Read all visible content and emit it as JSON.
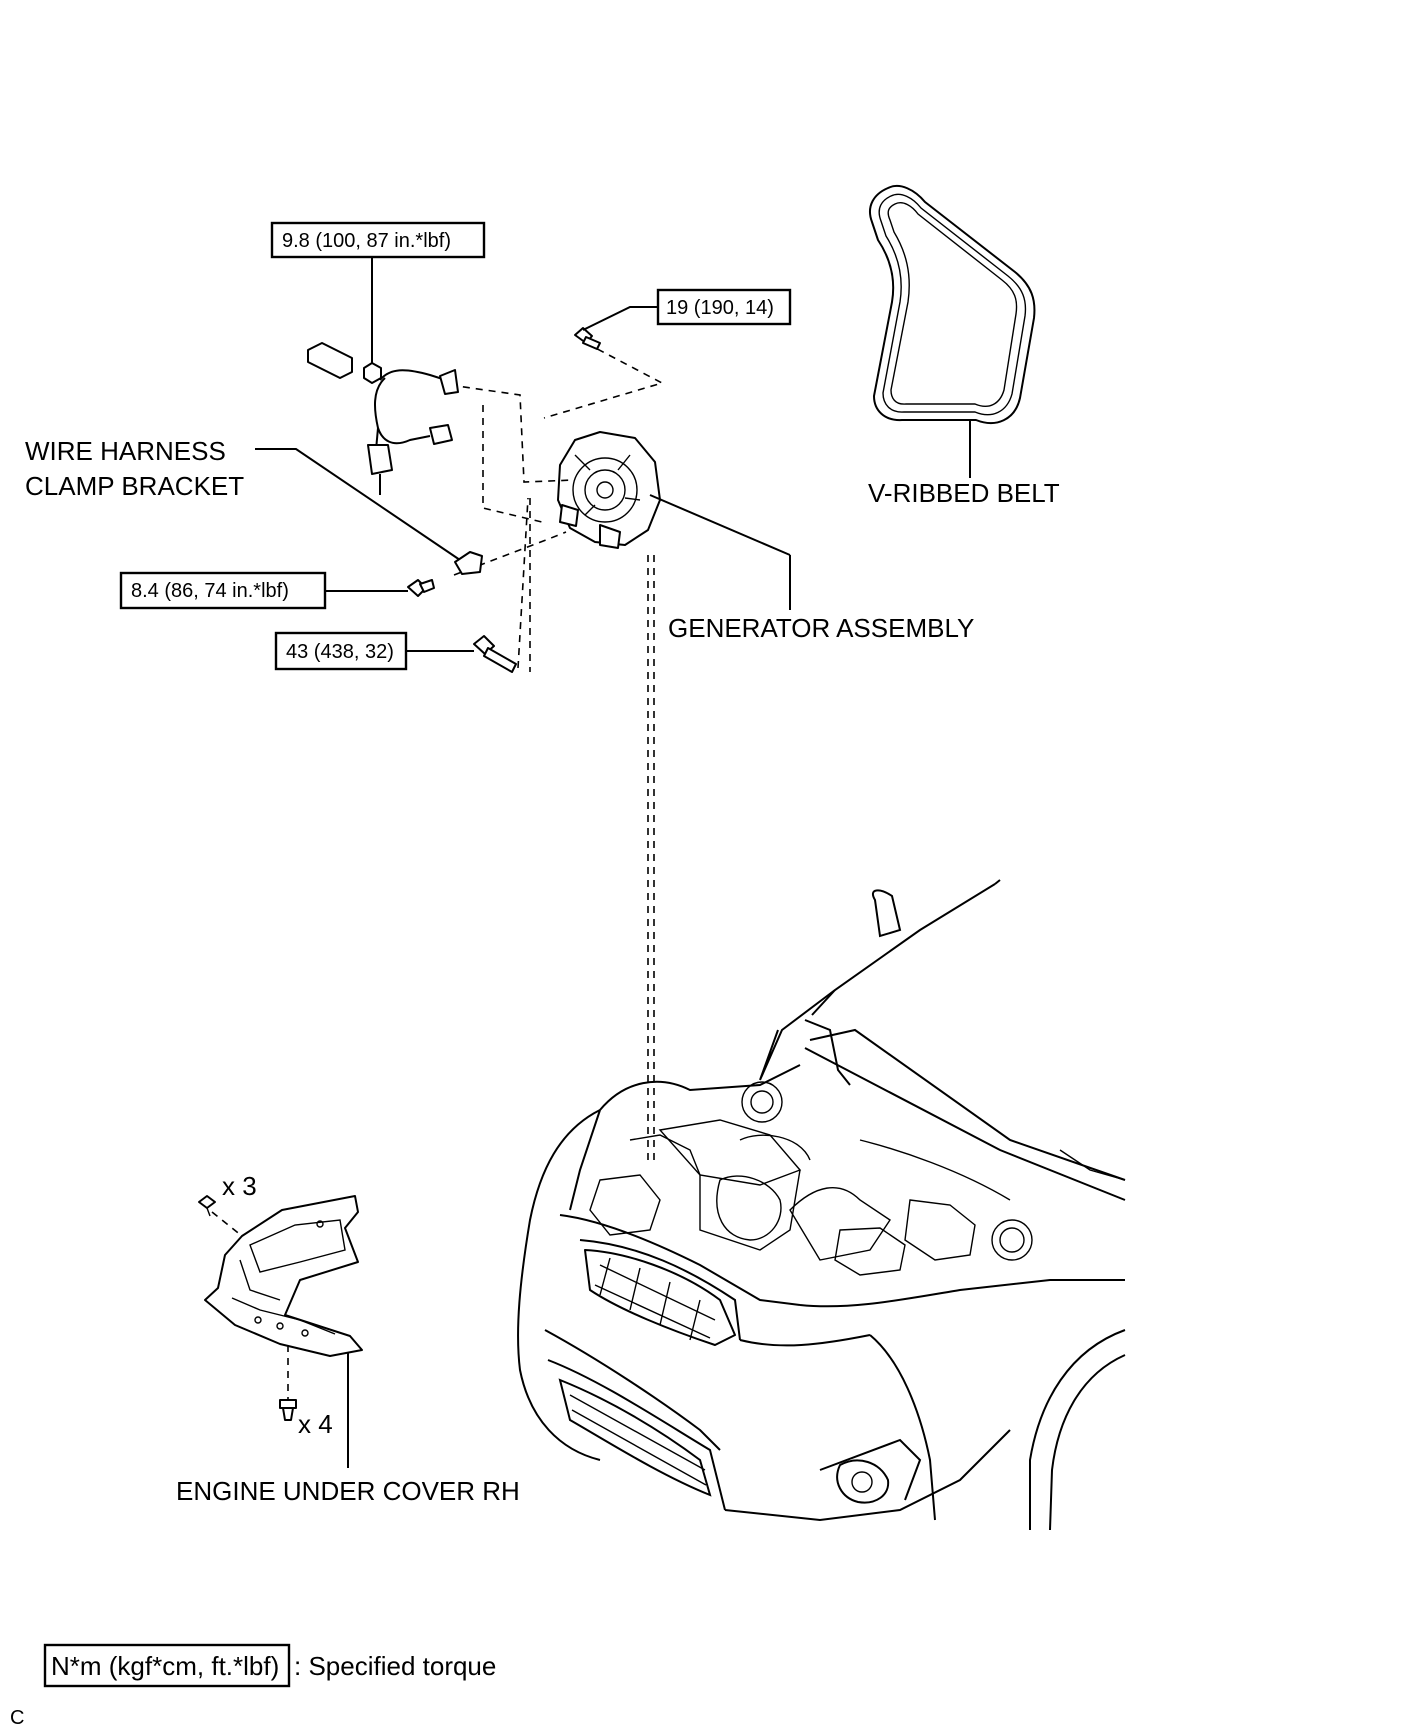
{
  "labels": {
    "wire_harness": [
      "WIRE HARNESS",
      "CLAMP BRACKET"
    ],
    "generator": "GENERATOR ASSEMBLY",
    "v_ribbed_belt": "V-RIBBED BELT",
    "engine_under_cover": "ENGINE UNDER COVER RH"
  },
  "torques": {
    "nut_terminal": "9.8 (100, 87 in.*lbf)",
    "bolt_upper": "19 (190, 14)",
    "bolt_bracket": "8.4 (86, 74 in.*lbf)",
    "bolt_lower": "43 (438, 32)"
  },
  "quantities": {
    "upper_clips": "x 3",
    "lower_clips": "x 4"
  },
  "legend": {
    "key": "N*m (kgf*cm, ft.*lbf)",
    "meaning": ": Specified torque"
  },
  "corner_code": "C"
}
